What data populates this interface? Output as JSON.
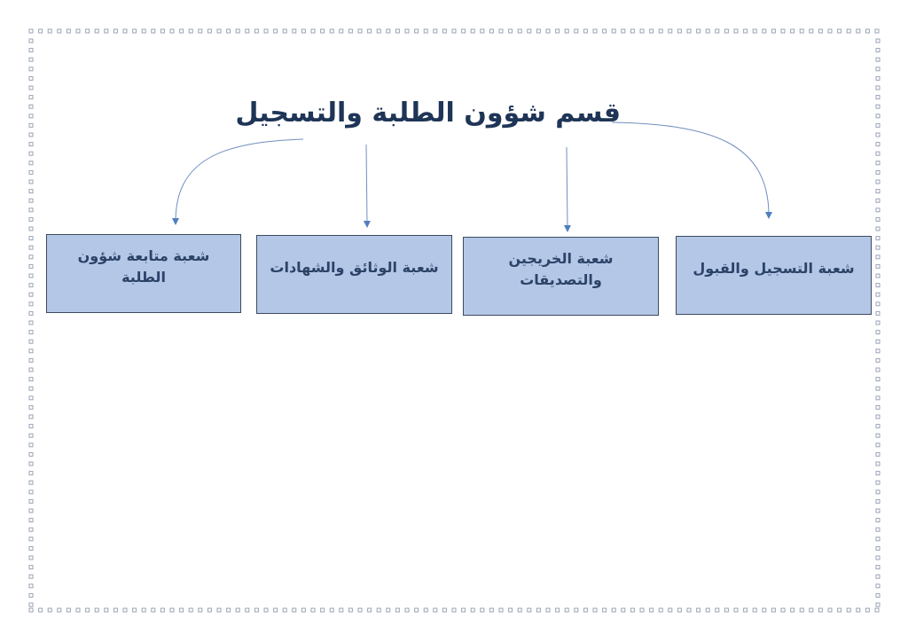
{
  "title": "قسم شؤون الطلبة والتسجيل",
  "units": [
    {
      "label": "شعبة متابعة شؤون الطلبة"
    },
    {
      "label": "شعبة الوثائق والشهادات"
    },
    {
      "label": "شعبة الخريجين والتصديقات"
    },
    {
      "label": "شعبة التسجيل والقبول"
    }
  ],
  "colors": {
    "box_fill": "#b4c7e7",
    "box_border": "#3d4a60",
    "text": "#2c4368",
    "connector": "#4f7fbf",
    "frame_dots": "#9aa3b5"
  }
}
